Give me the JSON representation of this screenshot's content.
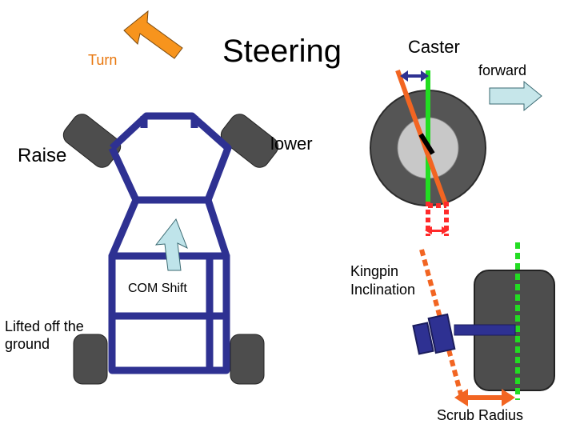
{
  "title": "Steering",
  "labels": {
    "turn": "Turn",
    "caster": "Caster",
    "forward": "forward",
    "raise": "Raise",
    "lower": "lower",
    "com_shift": "COM Shift",
    "kingpin_inclination": "Kingpin\nInclination",
    "lifted": "Lifted off the\nground",
    "scrub_radius": "Scrub Radius"
  },
  "colors": {
    "frame": "#2e3192",
    "tire": "#4d4d4d",
    "turn_arrow": "#f7941d",
    "kingpin_axis": "#f26522",
    "wheel_centerline": "#22dd22",
    "offset_marker": "#ff2a2a",
    "forward_arrow": "#c6e6ea",
    "com_arrow": "#bfe4ea"
  }
}
